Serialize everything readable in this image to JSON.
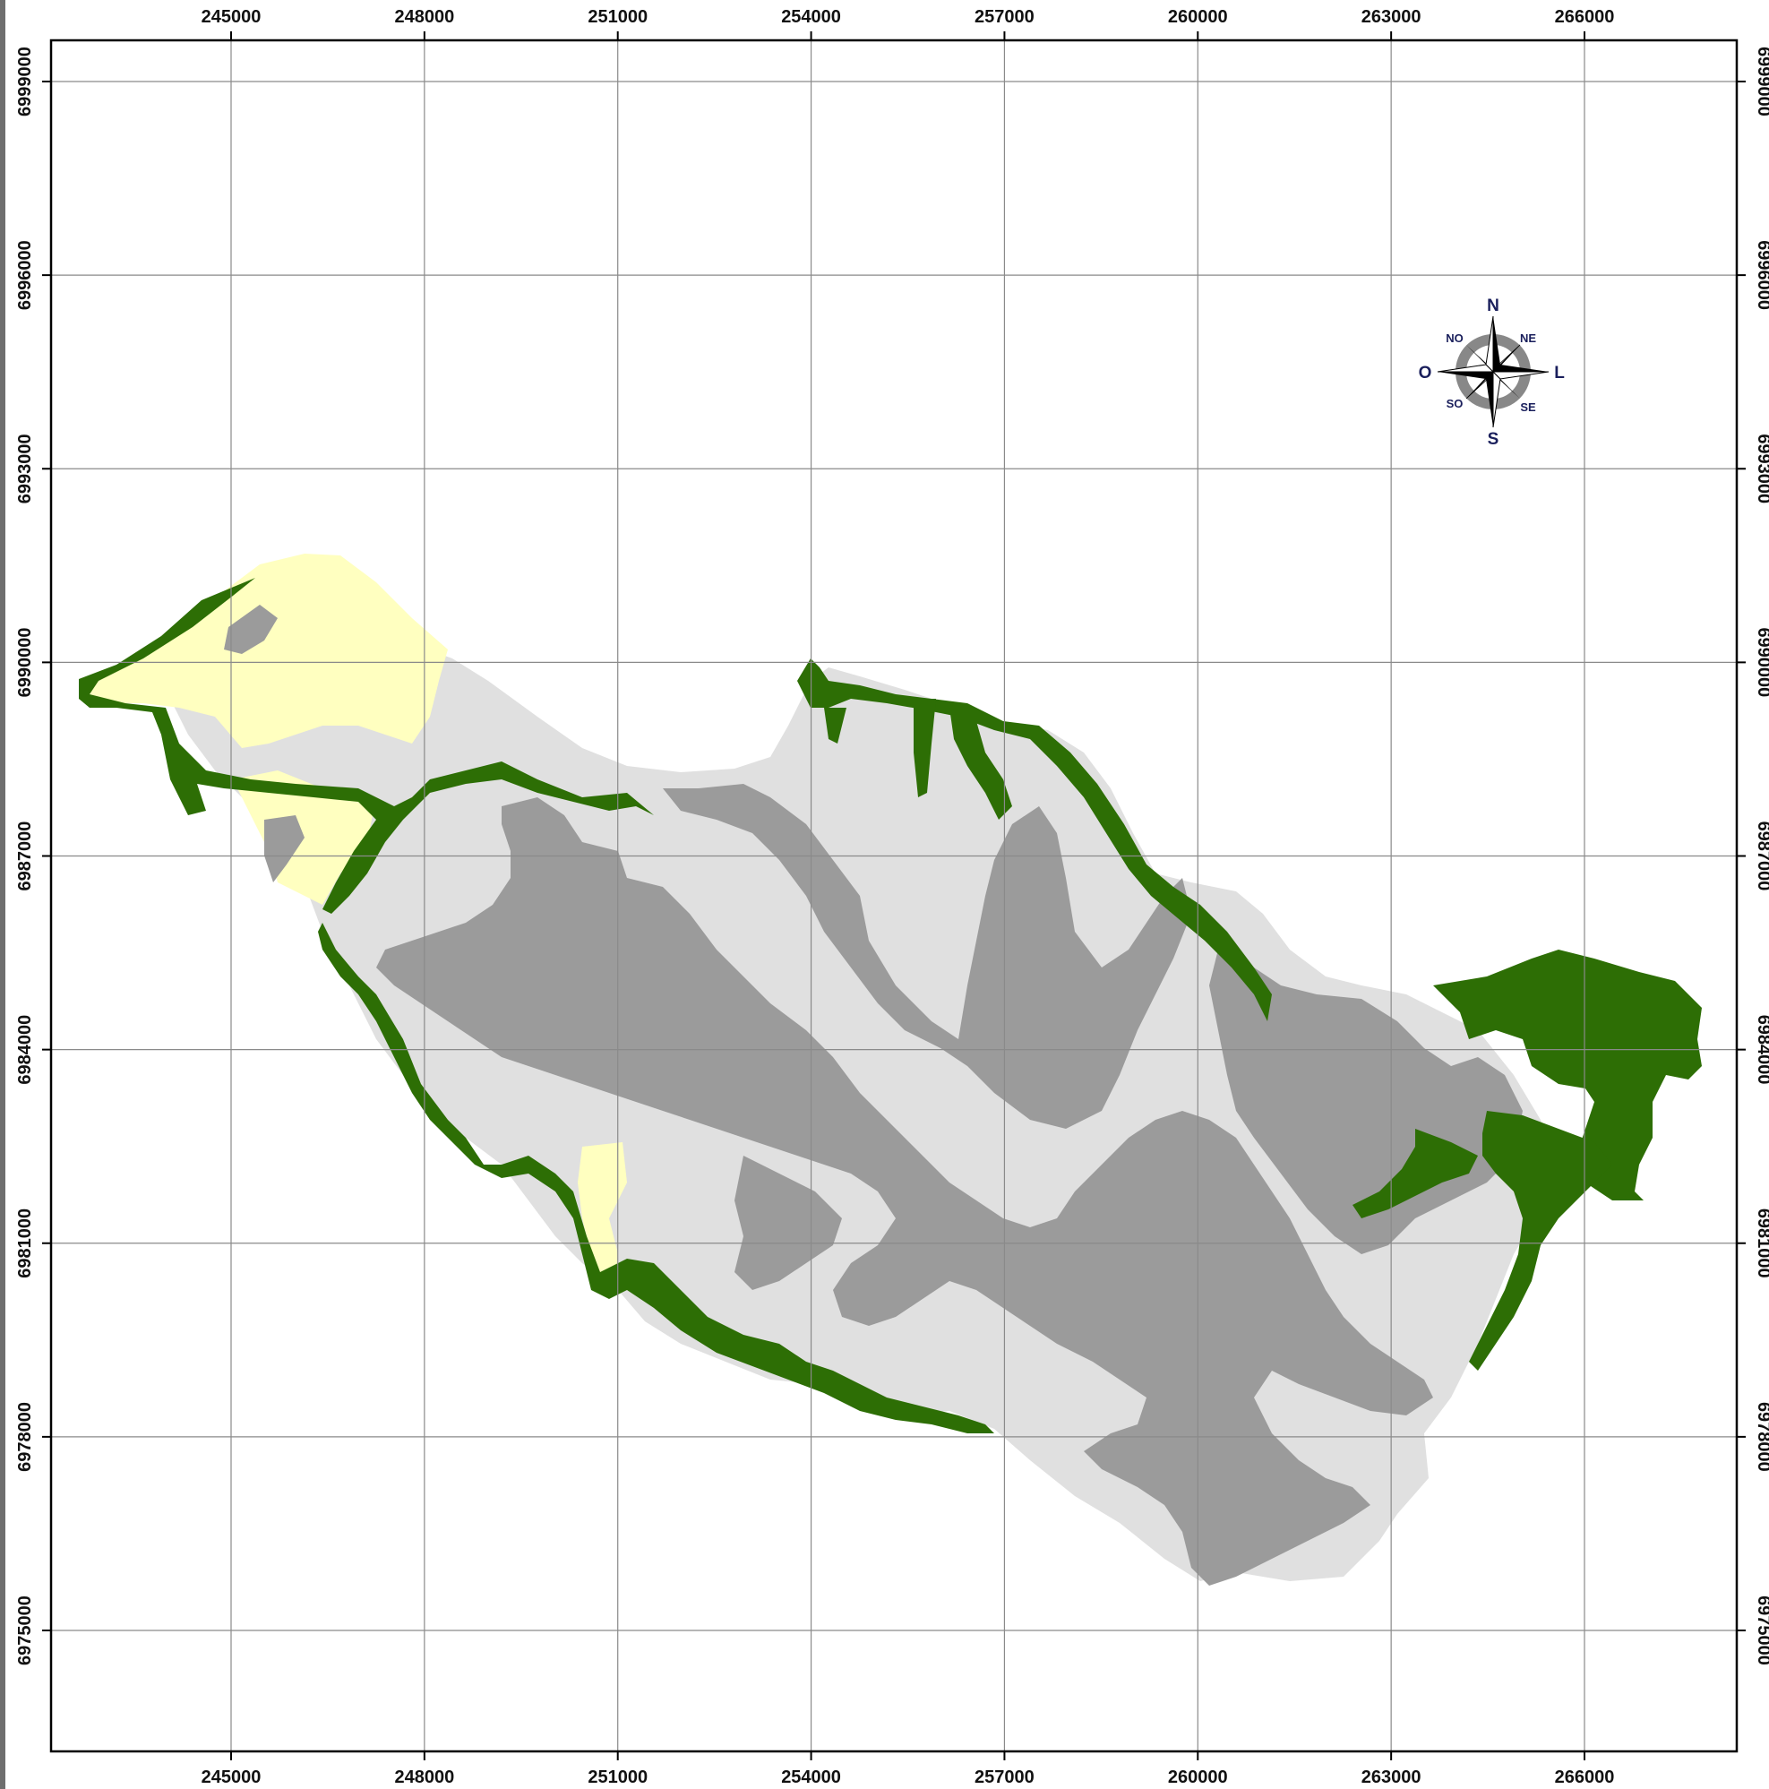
{
  "map": {
    "grid": {
      "x_ticks": [
        "245000",
        "248000",
        "251000",
        "254000",
        "257000",
        "260000",
        "263000",
        "266000"
      ],
      "y_ticks": [
        "6999000",
        "6996000",
        "6993000",
        "6990000",
        "6987000",
        "6984000",
        "6981000",
        "6978000",
        "6975000"
      ]
    },
    "compass": {
      "n": "N",
      "ne": "NE",
      "l": "L",
      "se": "SE",
      "s": "S",
      "so": "SO",
      "o": "O",
      "no": "NO"
    },
    "colors": {
      "light_gray_area": "#e0e0e0",
      "dark_gray_area": "#9b9b9b",
      "green_area": "#2d6e05",
      "yellow_area": "#ffffc0",
      "grid_line": "#8a8a8a",
      "frame": "#000000",
      "compass_text": "#1a1f5c"
    }
  }
}
